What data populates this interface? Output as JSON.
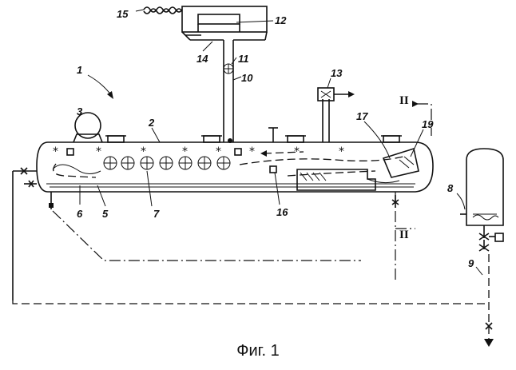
{
  "caption": "Фиг. 1",
  "labels": {
    "l1": "1",
    "l2": "2",
    "l3": "3",
    "l5": "5",
    "l6": "6",
    "l7": "7",
    "l8": "8",
    "l9": "9",
    "l10": "10",
    "l11": "11",
    "l12": "12",
    "l13": "13",
    "l14": "14",
    "l15": "15",
    "l16": "16",
    "l17": "17",
    "l19": "19"
  },
  "section_marks": {
    "top": "II",
    "bottom": "II"
  }
}
